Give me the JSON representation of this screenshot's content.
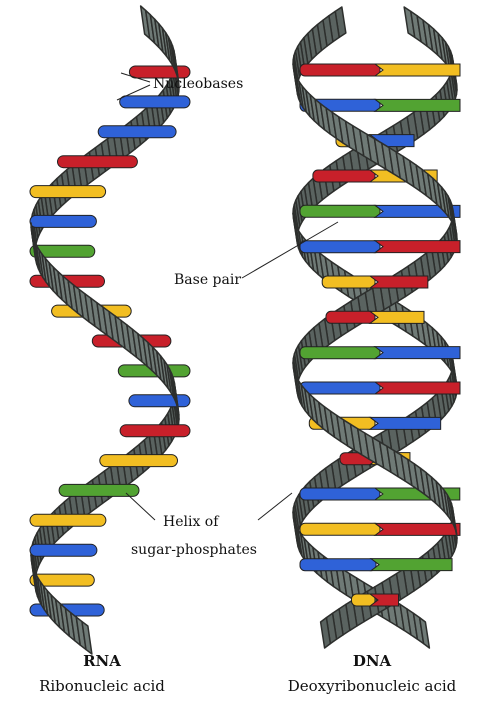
{
  "labels": {
    "nucleobases": "Nucleobases",
    "base_pair": "Base pair",
    "helix_line1": "Helix of",
    "helix_line2": "sugar-phosphates"
  },
  "rna": {
    "name": "RNA",
    "full_name": "Ribonucleic acid",
    "bases": [
      "red",
      "blue",
      "blue",
      "red",
      "yellow",
      "blue",
      "green",
      "red",
      "yellow",
      "red",
      "green",
      "blue",
      "red",
      "yellow",
      "green",
      "yellow",
      "blue",
      "yellow",
      "blue"
    ]
  },
  "dna": {
    "name": "DNA",
    "full_name": "Deoxyribonucleic acid",
    "pairs": [
      [
        "red",
        "yellow"
      ],
      [
        "blue",
        "green"
      ],
      [
        "yellow",
        "blue"
      ],
      [
        "red",
        "yellow"
      ],
      [
        "green",
        "blue"
      ],
      [
        "blue",
        "red"
      ],
      [
        "yellow",
        "red"
      ],
      [
        "red",
        "yellow"
      ],
      [
        "green",
        "blue"
      ],
      [
        "blue",
        "red"
      ],
      [
        "yellow",
        "blue"
      ],
      [
        "red",
        "yellow"
      ],
      [
        "blue",
        "green"
      ],
      [
        "yellow",
        "red"
      ],
      [
        "blue",
        "green"
      ],
      [
        "yellow",
        "red"
      ]
    ]
  },
  "colors": {
    "red": "#c8202a",
    "blue": "#2f62d8",
    "yellow": "#f2be22",
    "green": "#52a332",
    "backbone": "#6f7a76",
    "backbone_dark": "#5a6360",
    "outline": "#2d2f2d"
  }
}
